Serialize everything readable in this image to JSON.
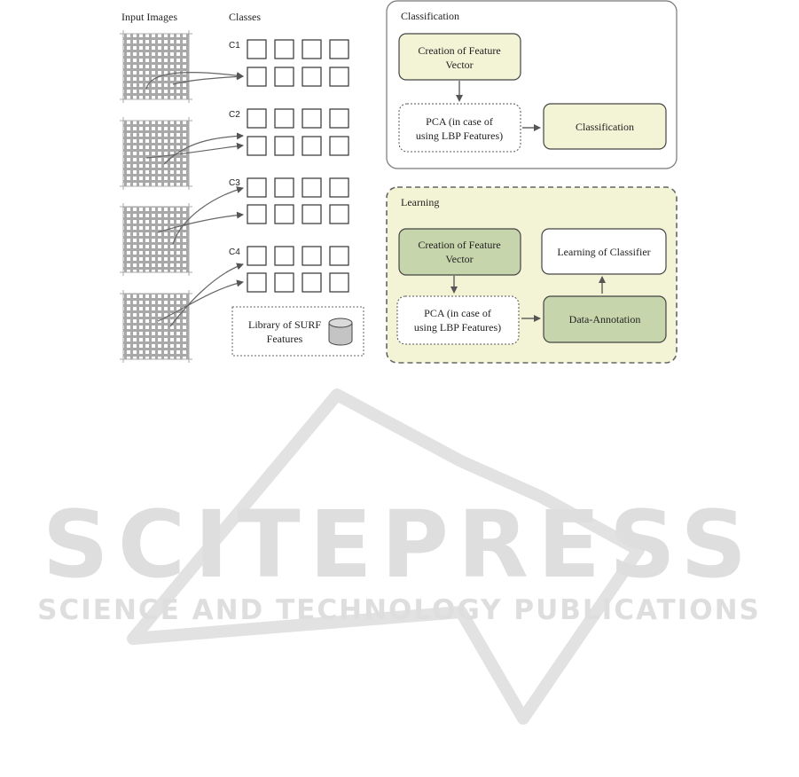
{
  "headers": {
    "input_images": "Input Images",
    "classes": "Classes"
  },
  "class_labels": [
    "C1",
    "C2",
    "C3",
    "C4"
  ],
  "library": {
    "line1": "Library of SURF",
    "line2": "Features"
  },
  "classification_panel": {
    "title": "Classification",
    "feature_vector": [
      "Creation of Feature",
      "Vector"
    ],
    "pca": [
      "PCA  (in case of",
      "using LBP Features)"
    ],
    "classification": "Classification"
  },
  "learning_panel": {
    "title": "Learning",
    "feature_vector": [
      "Creation of Feature",
      "Vector"
    ],
    "pca": [
      "PCA  (in case of",
      "using LBP Features)"
    ],
    "learning_classifier": "Learning of Classifier",
    "data_annotation": "Data-Annotation"
  },
  "watermark": {
    "main": "SCITEPRESS",
    "sub": "SCIENCE AND TECHNOLOGY PUBLICATIONS"
  },
  "colors": {
    "pale_yellow_fill": "#f3f3d6",
    "learning_bg": "#f3f3d6",
    "green_fill": "#c6d5ab",
    "grid_line": "#9a9a9a",
    "stroke": "#555555",
    "watermark": "#dcdcdc"
  },
  "icons": {
    "database": "database-icon",
    "grid": "input-image-grid-icon"
  }
}
